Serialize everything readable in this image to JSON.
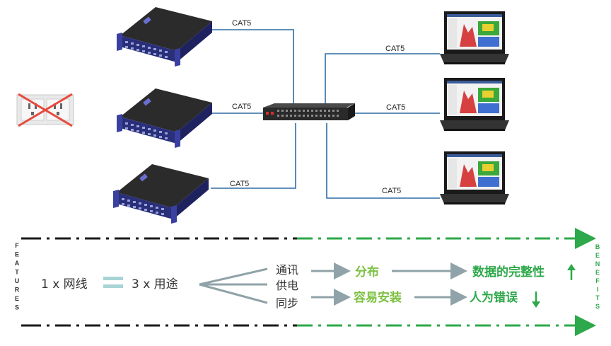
{
  "network": {
    "cable_labels": [
      "CAT5",
      "CAT5",
      "CAT5",
      "CAT5",
      "CAT5",
      "CAT5"
    ]
  },
  "features": {
    "side_label": "FEATURES",
    "cable_count": "1 x 网线",
    "uses": "3 x 用途",
    "items": [
      "通讯",
      "供电",
      "同步"
    ]
  },
  "benefits": {
    "side_label": "BENEFITS",
    "middle": [
      "分布",
      "容易安装"
    ],
    "results": [
      "数据的完整性",
      "人为错误"
    ]
  },
  "colors": {
    "cable": "#2e6da4",
    "dash_dark": "#1a1a1a",
    "dash_green": "#2da84a",
    "accent_light_green": "#7dc142",
    "arrow_gray": "#8fa3a8",
    "equals": "#a9d4d6",
    "device_blue": "#2a2f7a"
  }
}
